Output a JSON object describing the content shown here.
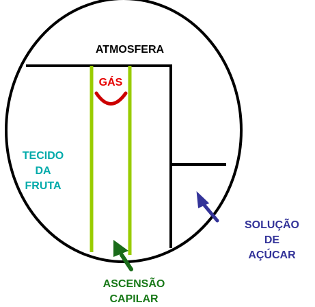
{
  "labels": {
    "atmosphere": "ATMOSFERA",
    "gas": "GÁS",
    "tissue": [
      "TECIDO",
      "DA",
      "FRUTA"
    ],
    "sugar_solution": [
      "SOLUÇÃO",
      "DE",
      "AÇÚCAR"
    ],
    "capillary_rise": [
      "ASCENSÃO",
      "CAPILAR"
    ]
  },
  "colors": {
    "outline": "#000000",
    "capillary_wall": "#99cc00",
    "gas_label": "#e60000",
    "meniscus": "#cc0000",
    "tissue_label": "#00aaaa",
    "solution_label": "#333399",
    "solution_arrow": "#333399",
    "capillary_label": "#1a7a1a",
    "capillary_arrow": "#1a6b1a"
  }
}
